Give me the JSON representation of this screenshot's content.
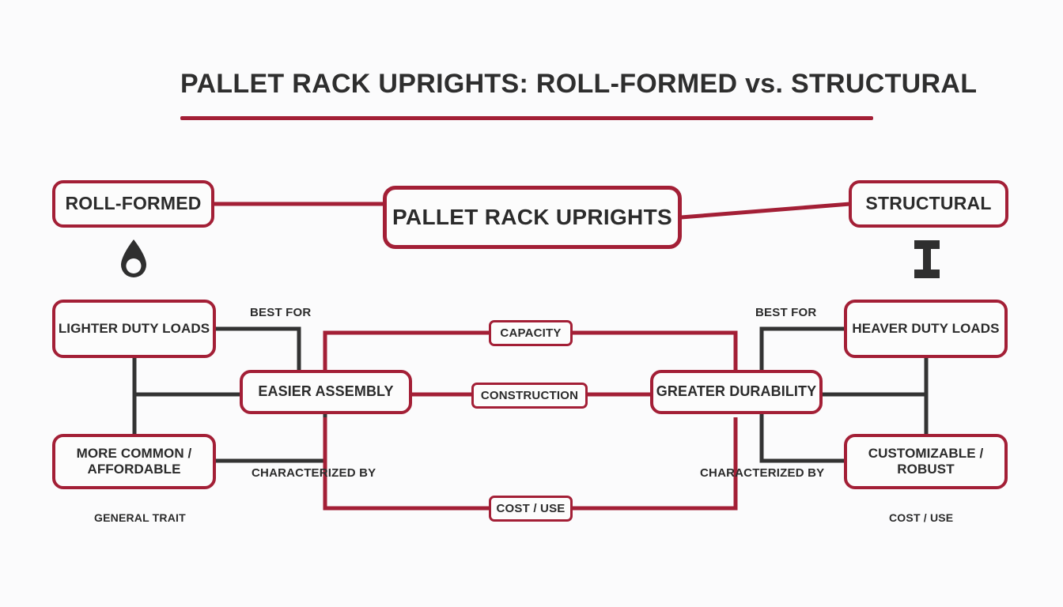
{
  "title": "PALLET RACK UPRIGHTS: ROLL-FORMED vs. STRUCTURAL",
  "colors": {
    "accent_red": "#a31f36",
    "connector_gray": "#333333",
    "text_dark": "#2b2b2b",
    "background": "#fbfbfc"
  },
  "diagram": {
    "type": "comparison-mind-map",
    "root": {
      "label": "PALLET RACK UPRIGHTS"
    },
    "branches": [
      {
        "side": "left",
        "head": "ROLL-FORMED",
        "icon": "droplet-icon",
        "traits": [
          "LIGHTER DUTY LOADS",
          "MORE COMMON / AFFORDABLE"
        ],
        "mid": "EASIER ASSEMBLY",
        "relations": {
          "to_first_trait": "BEST FOR",
          "to_second_trait": "CHARACTERIZED BY"
        },
        "footer": "GENERAL TRAIT"
      },
      {
        "side": "right",
        "head": "STRUCTURAL",
        "icon": "i-beam-icon",
        "traits": [
          "HEAVER DUTY LOADS",
          "CUSTOMIZABLE / ROBUST"
        ],
        "mid": "GREATER DURABILITY",
        "relations": {
          "to_first_trait": "BEST FOR",
          "to_second_trait": "CHARACTERIZED BY"
        },
        "footer": "COST / USE"
      }
    ],
    "comparison_axes": [
      "CAPACITY",
      "CONSTRUCTION",
      "COST / USE"
    ]
  }
}
